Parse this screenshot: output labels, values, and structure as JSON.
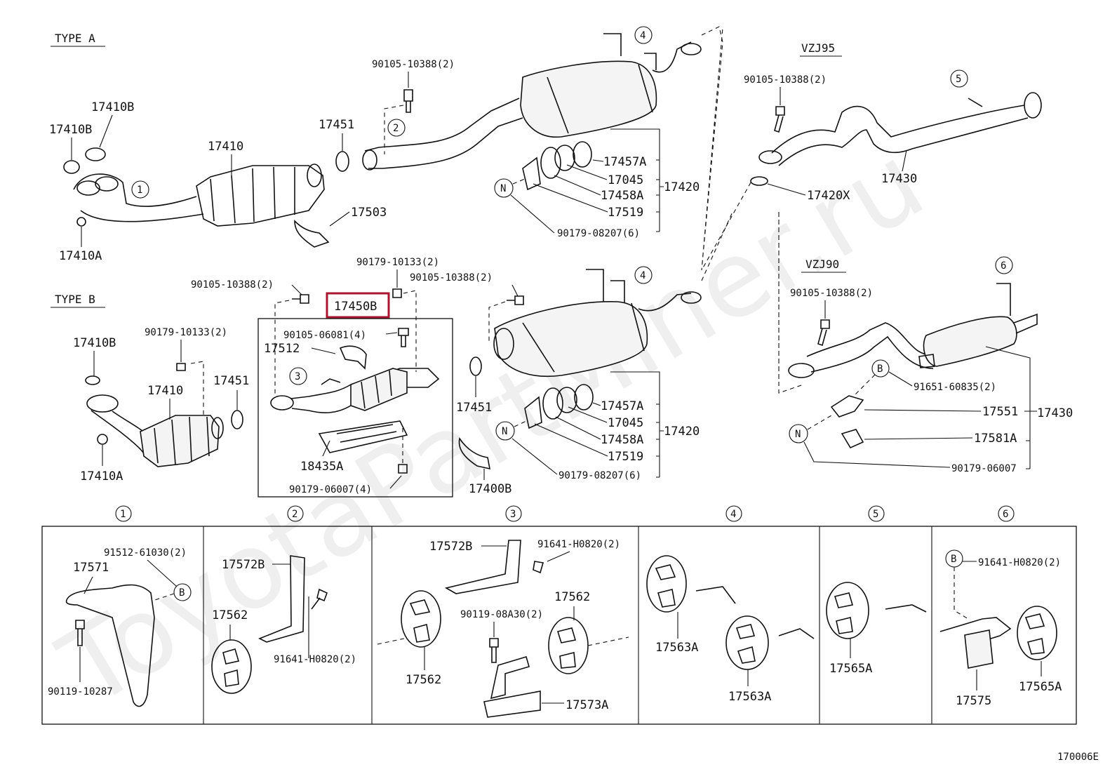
{
  "watermark": "ToyotaPartMiner.ru",
  "figure_code": "170006E",
  "sections": {
    "type_a": "TYPE A",
    "type_b": "TYPE B",
    "vzj95": "VZJ95",
    "vzj90": "VZJ90"
  },
  "highlighted_part": "17450B",
  "type_a": {
    "p17410B_1": "17410B",
    "p17410B_2": "17410B",
    "p17410": "17410",
    "p17410A": "17410A",
    "p17451": "17451",
    "p17503": "17503",
    "bolt": "90105-10388(2)",
    "muffler": {
      "p17457A": "17457A",
      "p17045": "17045",
      "p17458A": "17458A",
      "p17519": "17519",
      "p17420": "17420",
      "nut": "90179-08207(6)"
    }
  },
  "type_b": {
    "p17410B": "17410B",
    "nut_10133": "90179-10133(2)",
    "p17410": "17410",
    "p17410A": "17410A",
    "p17451_1": "17451",
    "p17451_2": "17451",
    "bolt_left": "90105-10388(2)",
    "nut_top": "90179-10133(2)",
    "bolt_right": "90105-10388(2)",
    "bolt_06081": "90105-06081(4)",
    "p17512": "17512",
    "p18435A": "18435A",
    "nut_06007": "90179-06007(4)",
    "p17400B": "17400B",
    "muffler": {
      "p17457A": "17457A",
      "p17045": "17045",
      "p17458A": "17458A",
      "p17519": "17519",
      "p17420": "17420",
      "nut": "90179-08207(6)"
    }
  },
  "vzj95": {
    "bolt": "90105-10388(2)",
    "p17430": "17430",
    "p17420X": "17420X"
  },
  "vzj90": {
    "bolt": "90105-10388(2)",
    "p91651": "91651-60835(2)",
    "p17551": "17551",
    "p17430": "17430",
    "p17581A": "17581A",
    "nut": "90179-06007"
  },
  "callouts": [
    "1",
    "2",
    "3",
    "4",
    "5",
    "6"
  ],
  "markers": {
    "b": "B",
    "n": "N"
  },
  "detail": {
    "d1": {
      "p91512": "91512-61030(2)",
      "p17571": "17571",
      "p90119": "90119-10287"
    },
    "d2": {
      "p17572B": "17572B",
      "p17562": "17562",
      "p91641": "91641-H0820(2)"
    },
    "d3": {
      "p17572B": "17572B",
      "p91641": "91641-H0820(2)",
      "p17562_r": "17562",
      "p90119": "90119-08A30(2)",
      "p17562_l": "17562",
      "p17573A": "17573A"
    },
    "d4": {
      "p17563A_1": "17563A",
      "p17563A_2": "17563A"
    },
    "d5": {
      "p17565A": "17565A"
    },
    "d6": {
      "p91641": "91641-H0820(2)",
      "p17565A": "17565A",
      "p17575": "17575"
    }
  }
}
